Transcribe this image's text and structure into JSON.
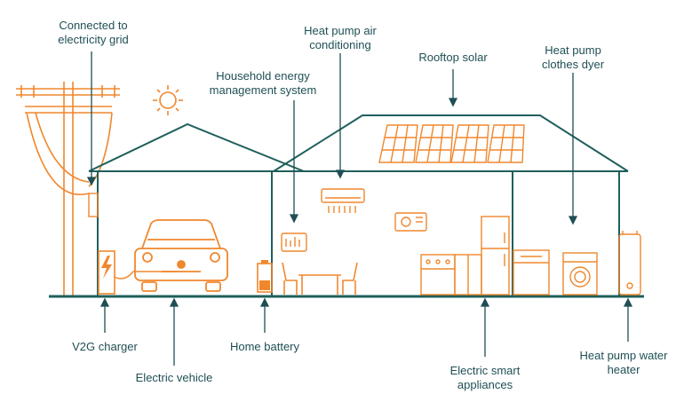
{
  "labels": {
    "grid": [
      "Connected to",
      "electricity grid"
    ],
    "air_conditioning": [
      "Heat pump air",
      "conditioning"
    ],
    "rooftop_solar": [
      "Rooftop solar"
    ],
    "energy_management": [
      "Household energy",
      "management system"
    ],
    "clothes_dryer": [
      "Heat pump",
      "clothes dyer"
    ],
    "v2g_charger": [
      "V2G charger"
    ],
    "home_battery": [
      "Home battery"
    ],
    "electric_vehicle": [
      "Electric vehicle"
    ],
    "smart_appliances": [
      "Electric smart",
      "appliances"
    ],
    "water_heater": [
      "Heat pump water",
      "heater"
    ]
  },
  "colors": {
    "structure": "#1f5f5b",
    "appliance": "#f0872d",
    "text": "#1f4f55",
    "background": "#ffffff"
  },
  "icons": [
    "sun-icon",
    "power-pole-icon",
    "solar-panel-icon",
    "air-conditioner-icon",
    "energy-display-icon",
    "car-icon",
    "charger-icon",
    "battery-icon",
    "table-chairs-icon",
    "stove-icon",
    "fridge-icon",
    "microwave-icon",
    "dishwasher-icon",
    "washing-machine-icon",
    "water-heater-icon"
  ]
}
